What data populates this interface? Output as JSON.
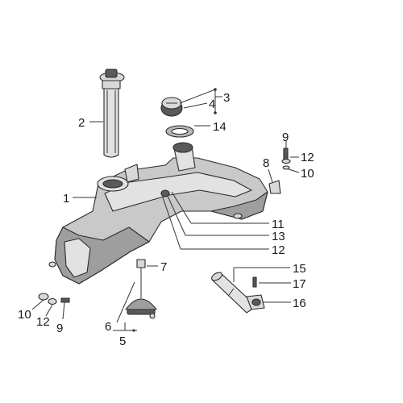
{
  "callouts": {
    "c1": "1",
    "c2": "2",
    "c3": "3",
    "c4": "4",
    "c5": "5",
    "c6": "6",
    "c7": "7",
    "c8": "8",
    "c9a": "9",
    "c9b": "9",
    "c10a": "10",
    "c10b": "10",
    "c11": "11",
    "c12a": "12",
    "c12b": "12",
    "c12c": "12",
    "c13": "13",
    "c14": "14",
    "c15": "15",
    "c16": "16",
    "c17": "17"
  },
  "icons": {
    "fuel_tank": "fuel-tank-icon",
    "fuel_pump": "fuel-pump-icon",
    "filler_cap": "filler-cap-icon",
    "fuel_level_sender": "fuel-level-sender-icon"
  }
}
